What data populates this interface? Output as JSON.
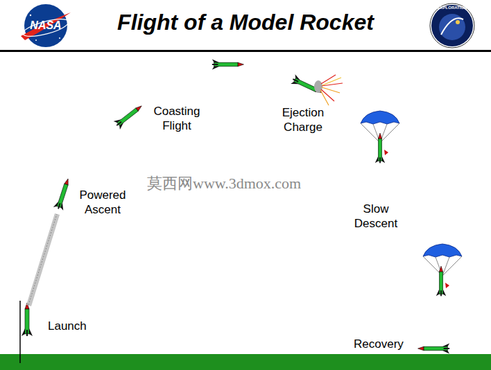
{
  "diagram": {
    "title": "Flight of a Model Rocket",
    "labels": [
      "NASA",
      "EXPLORATION",
      "Coasting Flight",
      "Ejection Charge",
      "Powered Ascent",
      "Slow Descent",
      "Launch",
      "Recovery",
      "莫西网www.3dmox.com"
    ]
  }
}
